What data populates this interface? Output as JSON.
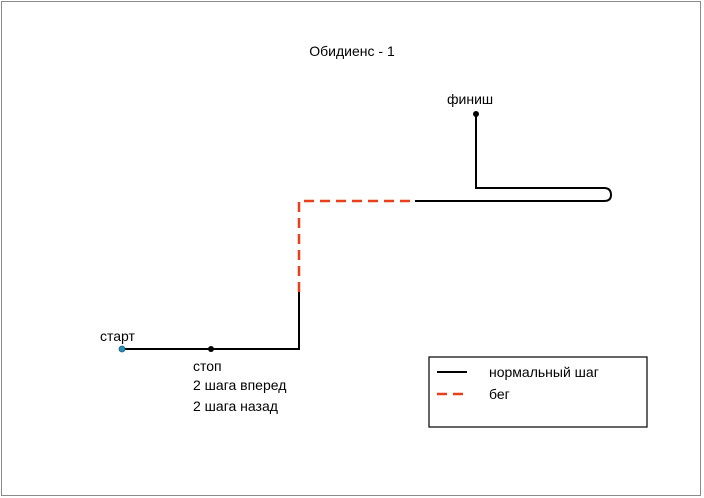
{
  "title": "Обидиенс - 1",
  "labels": {
    "start": "старт",
    "stop": "стоп",
    "step_forward": "2 шага вперед",
    "step_back": "2 шага назад",
    "finish": "финиш"
  },
  "legend": {
    "normal": "нормальный шаг",
    "run": "бег"
  },
  "colors": {
    "normal_line": "#000000",
    "run_line": "#e8401c",
    "start_point": "#2a8fb5",
    "border": "#8a8a8a"
  }
}
